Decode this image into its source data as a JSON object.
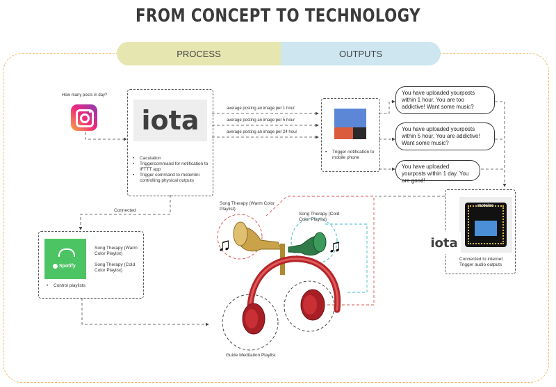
{
  "title": "FROM CONCEPT TO TECHNOLOGY",
  "phases": {
    "process": "PROCESS",
    "outputs": "OUTPUTS"
  },
  "instagram": {
    "question": "How many posts in day?",
    "icon": "instagram-icon"
  },
  "iota_box": {
    "logo": "iota",
    "bullets": [
      "Caculation",
      "Triggercommand for notification to IFTTT app",
      "Trigger command to motemini controlling physical outputs"
    ]
  },
  "arrows": [
    "average posting an image per 1 hour",
    "average posting an image per 5 hour",
    "average posting an image per 24 hour"
  ],
  "phone_box": {
    "caption": "Trigger notification to mobile phone"
  },
  "messages": [
    "You have uploaded yourposts within 1 hour. You are too addictive! Want some music?",
    "You have uploaded yourposts within 5 hour. You are addictive! Want some music?",
    "You have uploaded yourposts within 1 day. You are good!"
  ],
  "connected_label": "Connected",
  "spotify_box": {
    "logo_text": "Spotify",
    "playlists": [
      "Song Therapy (Warm Color Playlist)",
      "Song Therapy (Cold Color Playlist)"
    ],
    "bullet": "Control playlists"
  },
  "center": {
    "warm": "Song Therapy (Warm Color Playlist)",
    "cold": "Song Therapy (Cold Color Playlist)",
    "guide": "Guide Meditation Playlist"
  },
  "device_box": {
    "logo": "iota",
    "board_label": "moteino",
    "caption_1": "Connected to internet",
    "caption_2": "Trigger audio outputs"
  },
  "colors": {
    "accent_border": "#f2b766",
    "process": "#e6e6b1",
    "outputs": "#cde6f0",
    "warm_circle": "#d9534f",
    "cold_circle": "#3fb8c8"
  }
}
